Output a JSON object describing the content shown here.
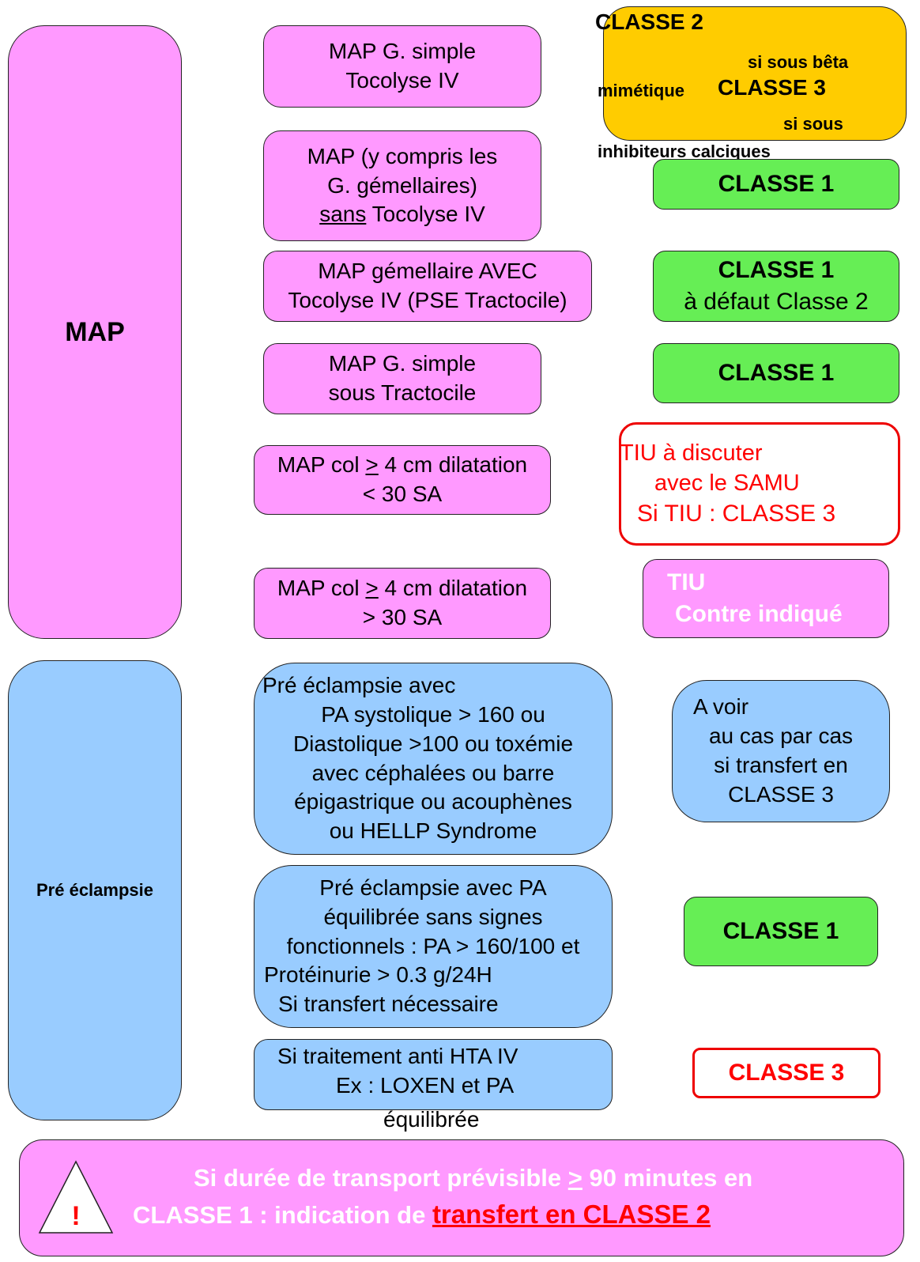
{
  "map": {
    "category_label": "MAP",
    "rows": [
      {
        "lines": [
          "MAP G. simple",
          "Tocolyse IV"
        ]
      },
      {
        "lines": [
          "MAP (y compris les",
          "G. gémellaires)"
        ],
        "line3_underlined": "sans",
        "line3_rest": " Tocolyse IV"
      },
      {
        "lines": [
          "MAP gémellaire AVEC",
          "Tocolyse IV (PSE Tractocile)"
        ]
      },
      {
        "lines": [
          "MAP G. simple",
          "sous Tractocile"
        ]
      },
      {
        "line1_prefix": "MAP col ",
        "line1_underlined": ">",
        "line1_suffix": " 4 cm dilatation",
        "line2": "< 30 SA"
      },
      {
        "line1_prefix": "MAP col ",
        "line1_underlined": ">",
        "line1_suffix": " 4 cm dilatation",
        "line2": "> 30 SA"
      }
    ],
    "results": [
      {
        "lines": [
          "CLASSE 2",
          "si sous bêta",
          "mimétique",
          "CLASSE 3",
          "si sous",
          "inhibiteurs calciques"
        ]
      },
      {
        "lines": [
          "CLASSE 1"
        ]
      },
      {
        "lines": [
          "CLASSE 1",
          "à défaut Classe 2"
        ]
      },
      {
        "lines": [
          "CLASSE 1"
        ]
      },
      {
        "lines": [
          "TIU à discuter",
          "avec le SAMU",
          "Si TIU : CLASSE 3"
        ]
      },
      {
        "lines": [
          "TIU",
          "Contre indiqué"
        ]
      }
    ]
  },
  "preeclampsie": {
    "category_label": "Pré éclampsie",
    "rows": [
      {
        "lines": [
          "Pré éclampsie avec",
          "PA systolique > 160 ou",
          "Diastolique >100 ou toxémie",
          "avec céphalées ou barre",
          "épigastrique ou acouphènes",
          "ou HELLP Syndrome"
        ]
      },
      {
        "lines": [
          "Pré éclampsie avec PA",
          "équilibrée sans signes",
          "fonctionnels : PA > 160/100 et",
          "Protéinurie > 0.3 g/24H",
          "Si transfert nécessaire"
        ]
      },
      {
        "lines": [
          "Si traitement anti HTA IV",
          "Ex : LOXEN et PA",
          "équilibrée"
        ]
      }
    ],
    "results": [
      {
        "lines": [
          "A voir",
          "au cas par cas",
          "si transfert en",
          "CLASSE 3"
        ]
      },
      {
        "lines": [
          "CLASSE 1"
        ]
      },
      {
        "lines": [
          "CLASSE 3"
        ]
      }
    ]
  },
  "warning": {
    "icon_glyph": "!",
    "line1_prefix": "Si durée de transport prévisible ",
    "line1_underlined": ">",
    "line1_suffix": " 90 minutes  en",
    "line2_prefix": "CLASSE  1 : indication de ",
    "line2_link": "transfert en CLASSE 2"
  },
  "colors": {
    "map_pink": "#ff99ff",
    "preeclampsie_blue": "#99ccff",
    "classe1_green": "#66ee55",
    "conditional_orange": "#ffcc00",
    "alert_red": "#ff0000"
  }
}
